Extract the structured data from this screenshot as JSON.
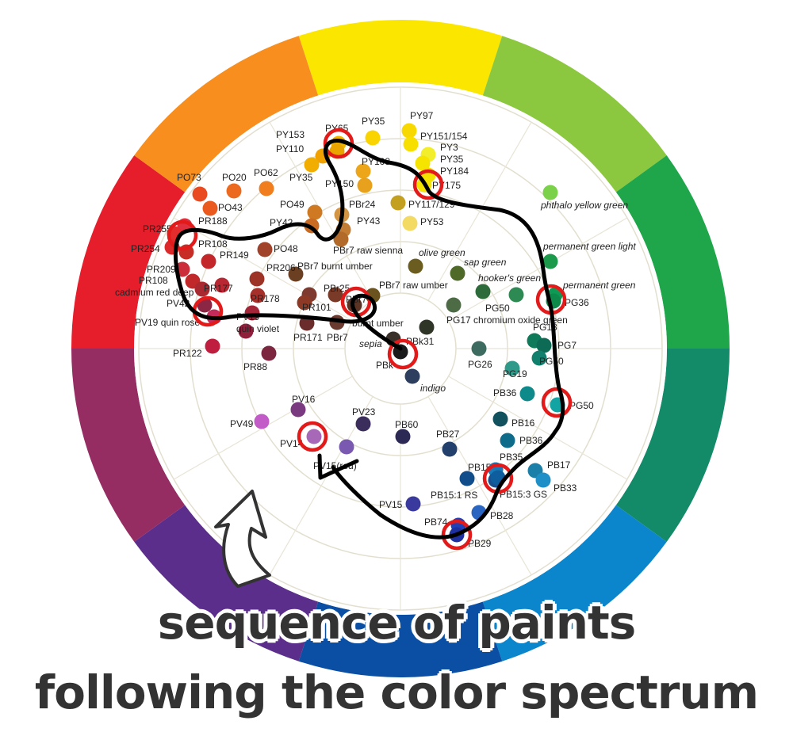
{
  "wheel": {
    "segments": [
      "#fbe600",
      "#8cc83f",
      "#1fa64a",
      "#138a68",
      "#0b86cd",
      "#0a4fa3",
      "#5c2e8c",
      "#952c62",
      "#e61d2b",
      "#f78e1e"
    ]
  },
  "caption": {
    "line1": "sequence of paints",
    "line2": "following the color spectrum"
  },
  "paints": [
    {
      "code": "PY97",
      "color": "#f7d800"
    },
    {
      "code": "PY35",
      "color": "#f9d400"
    },
    {
      "code": "PY65",
      "color": "#f0b400"
    },
    {
      "code": "PY153",
      "color": "#eaa400"
    },
    {
      "code": "PY151/154",
      "color": "#f7e000"
    },
    {
      "code": "PY3",
      "color": "#f2ee2b"
    },
    {
      "code": "PY35",
      "color": "#f5e400"
    },
    {
      "code": "PY110",
      "color": "#f1a100"
    },
    {
      "code": "PY35",
      "color": "#f2ae00"
    },
    {
      "code": "PY108",
      "color": "#eda61a"
    },
    {
      "code": "PY184",
      "color": "#f3e100"
    },
    {
      "code": "PY175",
      "color": "#f5e300"
    },
    {
      "code": "PY150",
      "color": "#e7a11c"
    },
    {
      "code": "PY117/129",
      "color": "#c4a020"
    },
    {
      "code": "PY53",
      "color": "#f2da63"
    },
    {
      "code": "PO73",
      "color": "#e94a20"
    },
    {
      "code": "PO20",
      "color": "#ec6a20"
    },
    {
      "code": "PO62",
      "color": "#f07d1e"
    },
    {
      "code": "PO43",
      "color": "#ea5a1e"
    },
    {
      "code": "PO49",
      "color": "#cf7a22"
    },
    {
      "code": "PBr24",
      "color": "#d39544"
    },
    {
      "code": "PY42",
      "color": "#c96b22"
    },
    {
      "code": "PY43",
      "color": "#c37c34"
    },
    {
      "code": "PO48",
      "color": "#a1422b"
    },
    {
      "code": "PR188",
      "color": "#e03040"
    },
    {
      "code": "PR255",
      "color": "#e32c2c"
    },
    {
      "code": "PR108",
      "color": "#c82d25"
    },
    {
      "code": "PR254",
      "color": "#dc2a2a"
    },
    {
      "code": "PR149",
      "color": "#c4272a"
    },
    {
      "code": "PR209",
      "color": "#cc2d3a"
    },
    {
      "code": "PR108",
      "color": "#c0282a"
    },
    {
      "code": "cadmium red deep",
      "color": "#a82a30"
    },
    {
      "code": "PR177",
      "color": "#b92732"
    },
    {
      "code": "PR206",
      "color": "#9d3327"
    },
    {
      "code": "PR178",
      "color": "#a7302b"
    },
    {
      "code": "PV42",
      "color": "#8c2645"
    },
    {
      "code": "PV19 quin rose",
      "color": "#c42a5a"
    },
    {
      "code": "PV19",
      "color": "#a32538"
    },
    {
      "code": "quin violet",
      "color": "#8f1f3a"
    },
    {
      "code": "PBr7 burnt umber",
      "color": "#6b3f22"
    },
    {
      "code": "PBr7 raw sienna",
      "color": "#b26a2a"
    },
    {
      "code": "PBr25",
      "color": "#7e3a2e"
    },
    {
      "code": "PR101",
      "color": "#8c3a26"
    },
    {
      "code": "PBr7",
      "color": "#7a3a28"
    },
    {
      "code": "PR171",
      "color": "#6b2d2c"
    },
    {
      "code": "PBr7",
      "color": "#6b3b2f"
    },
    {
      "code": "burnt umber",
      "color": "#5a3324"
    },
    {
      "code": "PBr7 raw umber",
      "color": "#6b5320"
    },
    {
      "code": "PR122",
      "color": "#bf1e3e"
    },
    {
      "code": "PR88",
      "color": "#7c2640"
    },
    {
      "code": "olive green",
      "color": "#6b5d1f"
    },
    {
      "code": "sap green",
      "color": "#4f6a28"
    },
    {
      "code": "hooker's green",
      "color": "#2e6b3a"
    },
    {
      "code": "PG17 chromium oxide green",
      "color": "#4d6b45"
    },
    {
      "code": "PG50",
      "color": "#2e8a53"
    },
    {
      "code": "sepia",
      "color": "#3a302a"
    },
    {
      "code": "PBk31",
      "color": "#2f3527"
    },
    {
      "code": "PBk",
      "color": "#1a1a1a"
    },
    {
      "code": "indigo",
      "color": "#2d3e5e"
    },
    {
      "code": "phthalo yellow green",
      "color": "#7bd24a"
    },
    {
      "code": "permanent green light",
      "color": "#1a9a4a"
    },
    {
      "code": "permanent green",
      "color": "#0e9a55"
    },
    {
      "code": "PG36",
      "color": "#0d8a4a"
    },
    {
      "code": "PG18",
      "color": "#0e7a5a"
    },
    {
      "code": "PG7",
      "color": "#0c6a55"
    },
    {
      "code": "PG50",
      "color": "#10806d"
    },
    {
      "code": "PG26",
      "color": "#3e6b5f"
    },
    {
      "code": "PG19",
      "color": "#2f9a8a"
    },
    {
      "code": "PB36",
      "color": "#0f8a8a"
    },
    {
      "code": "PG50",
      "color": "#12a3a3"
    },
    {
      "code": "PB16",
      "color": "#11525e"
    },
    {
      "code": "PB36",
      "color": "#0e6c8a"
    },
    {
      "code": "PB35",
      "color": "#1a7ab8"
    },
    {
      "code": "PB17",
      "color": "#1c7fa8"
    },
    {
      "code": "PB33",
      "color": "#1e90c7"
    },
    {
      "code": "PB15",
      "color": "#104d8a"
    },
    {
      "code": "PB15:1 RS",
      "color": "#1b4e8c"
    },
    {
      "code": "PB15:3 GS",
      "color": "#0e5e9e"
    },
    {
      "code": "PB28",
      "color": "#2a65c1"
    },
    {
      "code": "PB74",
      "color": "#2040b8"
    },
    {
      "code": "PB29",
      "color": "#1e30a0"
    },
    {
      "code": "PB27",
      "color": "#22406b"
    },
    {
      "code": "PB60",
      "color": "#2c2a55"
    },
    {
      "code": "PV23",
      "color": "#3b2d5c"
    },
    {
      "code": "PV15",
      "color": "#3a3a9e"
    },
    {
      "code": "PV14",
      "color": "#a868b8"
    },
    {
      "code": "PV15(red)",
      "color": "#7a5ab0"
    },
    {
      "code": "PV16",
      "color": "#7a3a80"
    },
    {
      "code": "PV49",
      "color": "#c25ac7"
    }
  ]
}
